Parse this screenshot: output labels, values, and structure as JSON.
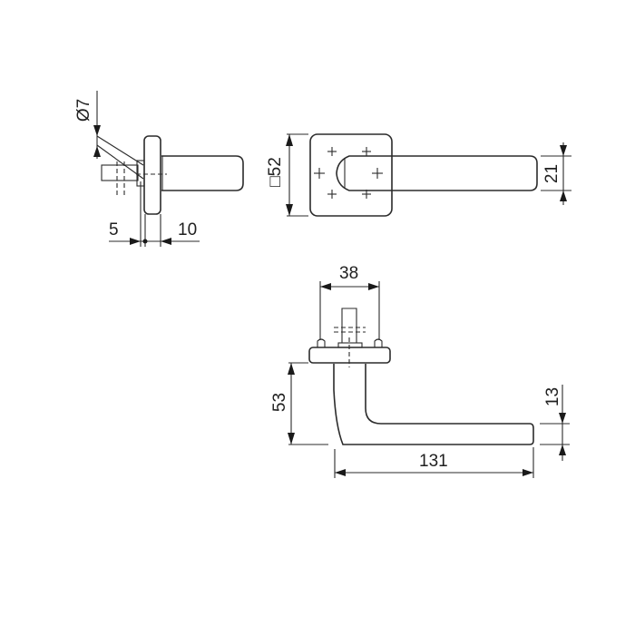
{
  "drawing": {
    "subject": "door lever handle on square rose",
    "side_view": {
      "dims": {
        "spindle_diameter": "Ø7",
        "left_offset": "5",
        "rose_thickness": "10"
      }
    },
    "front_view": {
      "dims": {
        "rose_size": "□52",
        "lever_height": "21"
      }
    },
    "top_view": {
      "dims": {
        "fixing_width": "38",
        "projection": "53",
        "lever_thickness": "13",
        "length": "131"
      }
    },
    "colors": {
      "line": "#2b2b2b",
      "background": "#ffffff"
    }
  }
}
